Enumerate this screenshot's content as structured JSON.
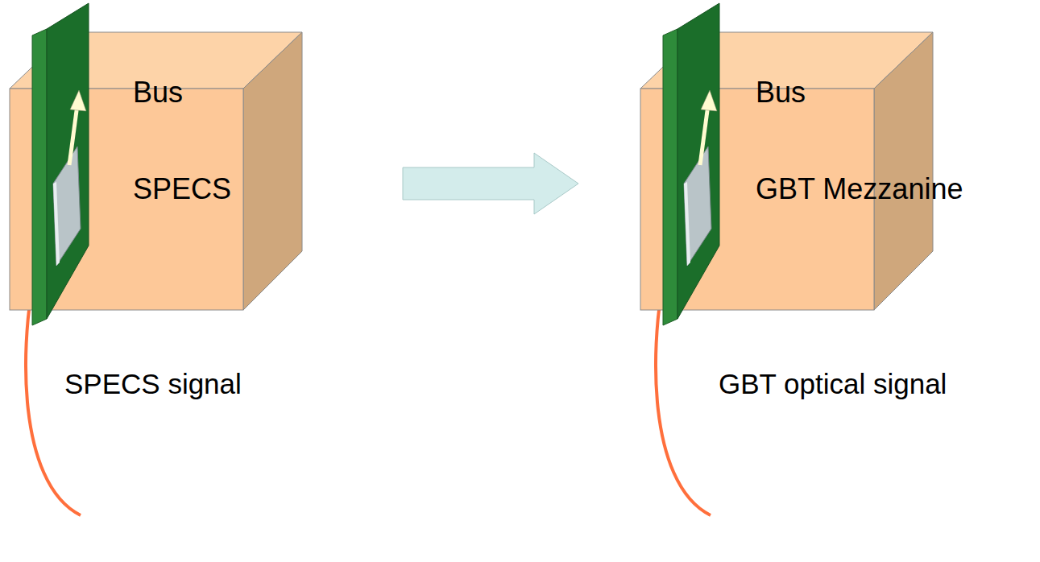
{
  "diagram": {
    "nodes": [
      {
        "text": [
          "Bus",
          "SPECS"
        ]
      },
      {
        "text": [
          "Bus",
          "GBT Mezzanine"
        ]
      }
    ],
    "edges": [
      {
        "from": 0,
        "to": 1,
        "arrow": "to"
      }
    ],
    "labels": [
      "SPECS signal",
      "GBT optical signal"
    ]
  }
}
